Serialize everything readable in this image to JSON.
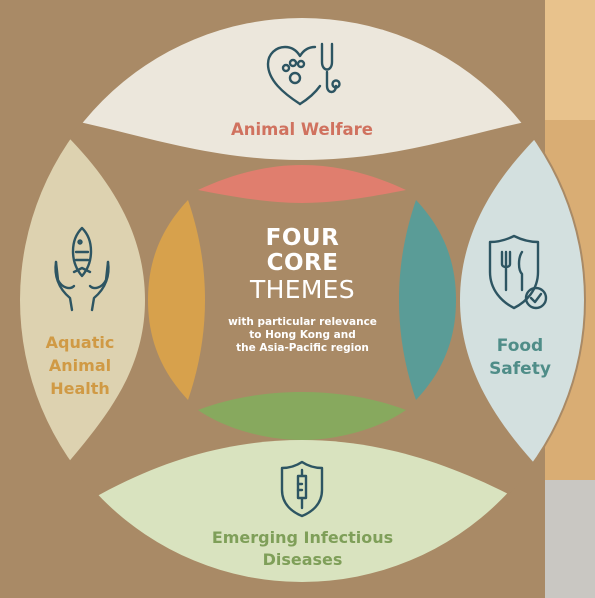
{
  "center": {
    "line1": "FOUR",
    "line2": "CORE",
    "line3": "THEMES",
    "subtitle_1": "with particular relevance",
    "subtitle_2": "to Hong Kong and",
    "subtitle_3": "the Asia-Pacific region"
  },
  "segments": {
    "top": {
      "label": "Animal Welfare",
      "icon": "heart-paw-stethoscope-icon",
      "color": "#e07e6e"
    },
    "right": {
      "label_1": "Food",
      "label_2": "Safety",
      "icon": "shield-utensils-check-icon",
      "color": "#5a9c97"
    },
    "bottom": {
      "label_1": "Emerging Infectious",
      "label_2": "Diseases",
      "icon": "shield-syringe-icon",
      "color": "#87a95e"
    },
    "left": {
      "label_1": "Aquatic",
      "label_2": "Animal",
      "label_3": "Health",
      "icon": "hands-fish-icon",
      "color": "#d7a14c"
    }
  }
}
